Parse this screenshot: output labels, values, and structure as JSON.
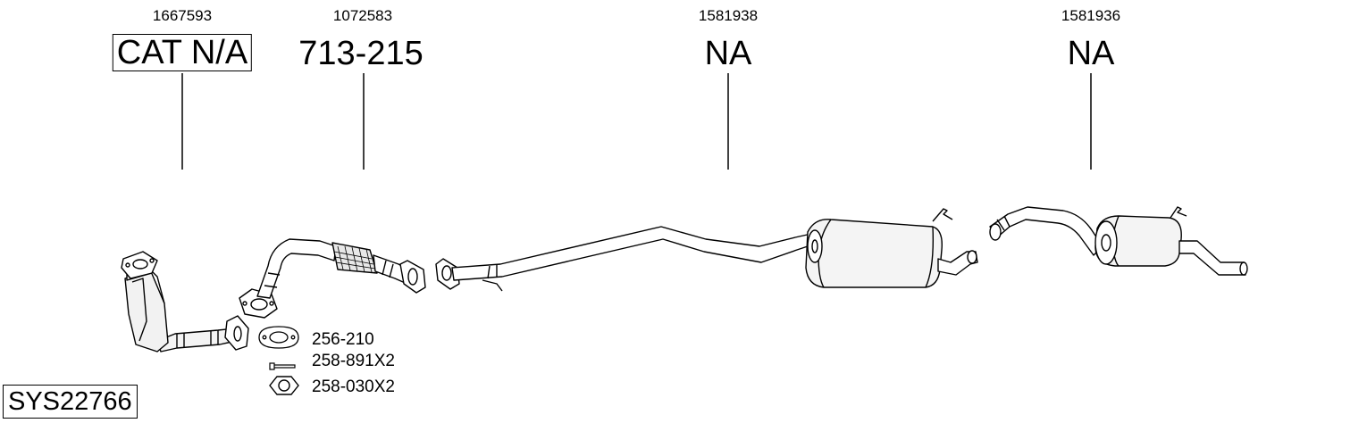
{
  "sections": [
    {
      "number": "1667593",
      "label": "CAT N/A",
      "boxed": true
    },
    {
      "number": "1072583",
      "label": "713-215",
      "boxed": false
    },
    {
      "number": "1581938",
      "label": "NA",
      "boxed": false
    },
    {
      "number": "1581936",
      "label": "NA",
      "boxed": false
    }
  ],
  "fittings": [
    {
      "code": "256-210",
      "icon": "gasket-icon"
    },
    {
      "code": "258-891X2",
      "icon": "bolt-icon"
    },
    {
      "code": "258-030X2",
      "icon": "nut-icon"
    }
  ],
  "system_code": "SYS22766"
}
